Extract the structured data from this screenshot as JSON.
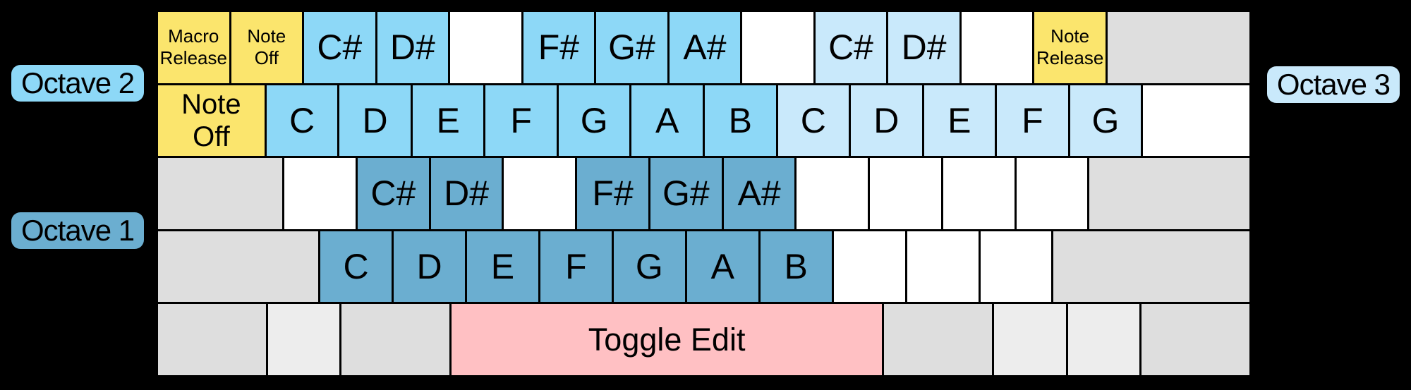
{
  "palette": {
    "black": "#000000",
    "white": "#FFFFFF",
    "yellow": "#FBE56D",
    "octave2_blue": "#8DD8F7",
    "octave3_blue": "#C9E9FB",
    "octave1_blue": "#6BAED0",
    "pink": "#FFC0C3",
    "gray": "#DEDEDE",
    "gray_light": "#EDEDED"
  },
  "octave_labels": {
    "octave1": "Octave 1",
    "octave2": "Octave 2",
    "octave3": "Octave 3"
  },
  "rows": [
    {
      "keys": [
        {
          "label": "Macro\nRelease",
          "color": "yellow",
          "w": 1,
          "size": "sm"
        },
        {
          "label": "Note\nOff",
          "color": "yellow",
          "w": 1,
          "size": "sm"
        },
        {
          "label": "C#",
          "color": "octave2_blue",
          "w": 1,
          "size": "lg"
        },
        {
          "label": "D#",
          "color": "octave2_blue",
          "w": 1,
          "size": "lg"
        },
        {
          "label": "",
          "color": "white",
          "w": 1
        },
        {
          "label": "F#",
          "color": "octave2_blue",
          "w": 1,
          "size": "lg"
        },
        {
          "label": "G#",
          "color": "octave2_blue",
          "w": 1,
          "size": "lg"
        },
        {
          "label": "A#",
          "color": "octave2_blue",
          "w": 1,
          "size": "lg"
        },
        {
          "label": "",
          "color": "white",
          "w": 1
        },
        {
          "label": "C#",
          "color": "octave3_blue",
          "w": 1,
          "size": "lg"
        },
        {
          "label": "D#",
          "color": "octave3_blue",
          "w": 1,
          "size": "lg"
        },
        {
          "label": "",
          "color": "white",
          "w": 1
        },
        {
          "label": "Note\nRelease",
          "color": "yellow",
          "w": 1,
          "size": "sm"
        },
        {
          "label": "",
          "color": "gray",
          "w": 2
        }
      ]
    },
    {
      "keys": [
        {
          "label": "Note\nOff",
          "color": "yellow",
          "w": 1.5,
          "size": "md"
        },
        {
          "label": "C",
          "color": "octave2_blue",
          "w": 1,
          "size": "lg"
        },
        {
          "label": "D",
          "color": "octave2_blue",
          "w": 1,
          "size": "lg"
        },
        {
          "label": "E",
          "color": "octave2_blue",
          "w": 1,
          "size": "lg"
        },
        {
          "label": "F",
          "color": "octave2_blue",
          "w": 1,
          "size": "lg"
        },
        {
          "label": "G",
          "color": "octave2_blue",
          "w": 1,
          "size": "lg"
        },
        {
          "label": "A",
          "color": "octave2_blue",
          "w": 1,
          "size": "lg"
        },
        {
          "label": "B",
          "color": "octave2_blue",
          "w": 1,
          "size": "lg"
        },
        {
          "label": "C",
          "color": "octave3_blue",
          "w": 1,
          "size": "lg"
        },
        {
          "label": "D",
          "color": "octave3_blue",
          "w": 1,
          "size": "lg"
        },
        {
          "label": "E",
          "color": "octave3_blue",
          "w": 1,
          "size": "lg"
        },
        {
          "label": "F",
          "color": "octave3_blue",
          "w": 1,
          "size": "lg"
        },
        {
          "label": "G",
          "color": "octave3_blue",
          "w": 1,
          "size": "lg"
        },
        {
          "label": "",
          "color": "white",
          "w": 1.5
        }
      ]
    },
    {
      "keys": [
        {
          "label": "",
          "color": "gray",
          "w": 1.75
        },
        {
          "label": "",
          "color": "white",
          "w": 1
        },
        {
          "label": "C#",
          "color": "octave1_blue",
          "w": 1,
          "size": "lg"
        },
        {
          "label": "D#",
          "color": "octave1_blue",
          "w": 1,
          "size": "lg"
        },
        {
          "label": "",
          "color": "white",
          "w": 1
        },
        {
          "label": "F#",
          "color": "octave1_blue",
          "w": 1,
          "size": "lg"
        },
        {
          "label": "G#",
          "color": "octave1_blue",
          "w": 1,
          "size": "lg"
        },
        {
          "label": "A#",
          "color": "octave1_blue",
          "w": 1,
          "size": "lg"
        },
        {
          "label": "",
          "color": "white",
          "w": 1
        },
        {
          "label": "",
          "color": "white",
          "w": 1
        },
        {
          "label": "",
          "color": "white",
          "w": 1
        },
        {
          "label": "",
          "color": "white",
          "w": 1
        },
        {
          "label": "",
          "color": "gray",
          "w": 2.25
        }
      ]
    },
    {
      "keys": [
        {
          "label": "",
          "color": "gray",
          "w": 2.25
        },
        {
          "label": "C",
          "color": "octave1_blue",
          "w": 1,
          "size": "lg"
        },
        {
          "label": "D",
          "color": "octave1_blue",
          "w": 1,
          "size": "lg"
        },
        {
          "label": "E",
          "color": "octave1_blue",
          "w": 1,
          "size": "lg"
        },
        {
          "label": "F",
          "color": "octave1_blue",
          "w": 1,
          "size": "lg"
        },
        {
          "label": "G",
          "color": "octave1_blue",
          "w": 1,
          "size": "lg"
        },
        {
          "label": "A",
          "color": "octave1_blue",
          "w": 1,
          "size": "lg"
        },
        {
          "label": "B",
          "color": "octave1_blue",
          "w": 1,
          "size": "lg"
        },
        {
          "label": "",
          "color": "white",
          "w": 1
        },
        {
          "label": "",
          "color": "white",
          "w": 1
        },
        {
          "label": "",
          "color": "white",
          "w": 1
        },
        {
          "label": "",
          "color": "gray",
          "w": 2.75
        }
      ]
    },
    {
      "keys": [
        {
          "label": "",
          "color": "gray",
          "w": 1.5
        },
        {
          "label": "",
          "color": "gray_light",
          "w": 1
        },
        {
          "label": "",
          "color": "gray",
          "w": 1.5
        },
        {
          "label": "Toggle Edit",
          "color": "pink",
          "w": 6,
          "size": "xl"
        },
        {
          "label": "",
          "color": "gray",
          "w": 1.5
        },
        {
          "label": "",
          "color": "gray_light",
          "w": 1
        },
        {
          "label": "",
          "color": "gray_light",
          "w": 1
        },
        {
          "label": "",
          "color": "gray",
          "w": 1.5
        }
      ]
    }
  ]
}
